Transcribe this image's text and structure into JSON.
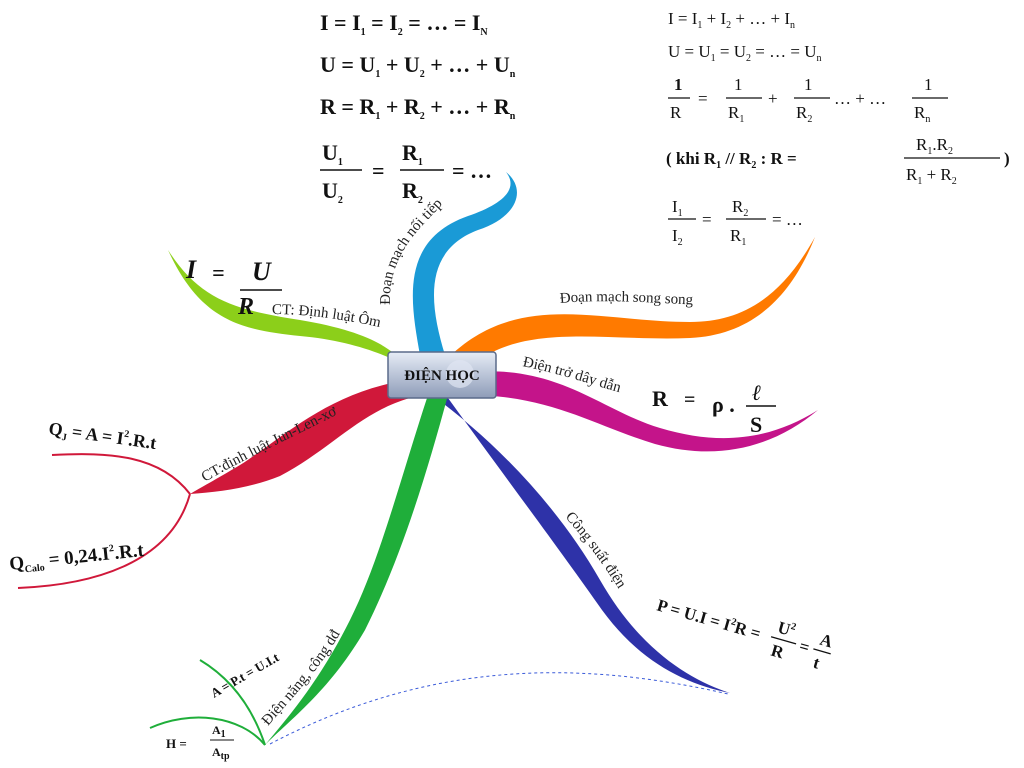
{
  "center": {
    "title": "ĐIỆN HỌC",
    "colors": {
      "fill_top": "#e6ecf6",
      "fill_bottom": "#8e9cb8",
      "border": "#5a6a8a"
    }
  },
  "branches": {
    "series": {
      "label": "Đoạn mạch nối tiếp",
      "color": "#1a9ad6"
    },
    "parallel": {
      "label": "Đoạn mạch song song",
      "color": "#ff7a00"
    },
    "resistance": {
      "label": "Điện trở dây dẫn",
      "color": "#c4148a"
    },
    "power": {
      "label": "Công suất điện",
      "color": "#2e32a8"
    },
    "energy": {
      "label": "Điện năng, công dđ",
      "color": "#1fae3a"
    },
    "joule": {
      "label": "CT:định luật Jun-Len-xơ",
      "color": "#d0183a"
    },
    "ohm": {
      "label": "CT: Định luật Ôm",
      "color": "#8ccf1a"
    }
  },
  "formulas": {
    "series": {
      "l1": {
        "a": "I = I",
        "s1": "1",
        "b": " = I",
        "s2": "2",
        "c": " = … = I",
        "s3": "N"
      },
      "l2": {
        "a": "U = U",
        "s1": "1",
        "b": " + U",
        "s2": "2",
        "c": " + … + U",
        "s3": "n"
      },
      "l3": {
        "a": "R = R",
        "s1": "1",
        "b": " + R",
        "s2": "2",
        "c": " + … + R",
        "s3": "n"
      },
      "ratio": {
        "n1": "U",
        "n1s": "1",
        "d1": "U",
        "d1s": "2",
        "eq": "=",
        "n2": "R",
        "n2s": "1",
        "d2": "R",
        "d2s": "2",
        "tail": "= …"
      }
    },
    "parallel": {
      "l1": {
        "a": "I = I",
        "s1": "1",
        "b": " + I",
        "s2": "2",
        "c": " + … + I",
        "s3": "n"
      },
      "l2": {
        "a": "U = U",
        "s1": "1",
        "b": " = U",
        "s2": "2",
        "c": " = … = U",
        "s3": "n"
      },
      "recip": {
        "one": "1",
        "r": "R",
        "eq": "=",
        "plus": "+",
        "r1": "R",
        "r1s": "1",
        "r2": "R",
        "r2s": "2",
        "dots": "… + …",
        "rn": "R",
        "rns": "n"
      },
      "when": {
        "pre": "( khi R",
        "s1": "1",
        "mid": " // R",
        "s2": "2",
        "post": " :  R =",
        "num": "R",
        "nums1": "1",
        "numdot": ".R",
        "nums2": "2",
        "den": "R",
        "dens1": "1",
        "denplus": " + R",
        "dens2": "2",
        "close": ")"
      },
      "ratio": {
        "n1": "I",
        "n1s": "1",
        "d1": "I",
        "d1s": "2",
        "eq": "=",
        "n2": "R",
        "n2s": "2",
        "d2": "R",
        "d2s": "1",
        "tail": "= …"
      }
    },
    "ohm": {
      "lhs": "I",
      "eq": "=",
      "num": "U",
      "den": "R"
    },
    "resistance": {
      "lhs": "R",
      "eq": "=",
      "rho": "ρ .",
      "num": "ℓ",
      "den": "S"
    },
    "joule": {
      "q1": {
        "text": "Q",
        "sub": "J",
        "rest": " = A = I",
        "sup": "2",
        "tail": ".R.t"
      },
      "q2": {
        "text": "Q",
        "sub": "Calo",
        "rest": " = 0,24.I",
        "sup": "2",
        "tail": ".R.t"
      }
    },
    "power": {
      "text": "P = U.I = I",
      "sup": "2",
      "mid": "R =",
      "num": "U",
      "numsup": "2",
      "den": "R",
      "eq": "=",
      "num2": "A",
      "den2": "t"
    },
    "energy": {
      "a": {
        "text": "A = P.t = U.I.t"
      },
      "h": {
        "lhs": "H =",
        "num": "A",
        "nums": "1",
        "den": "A",
        "dens": "tp"
      }
    }
  }
}
